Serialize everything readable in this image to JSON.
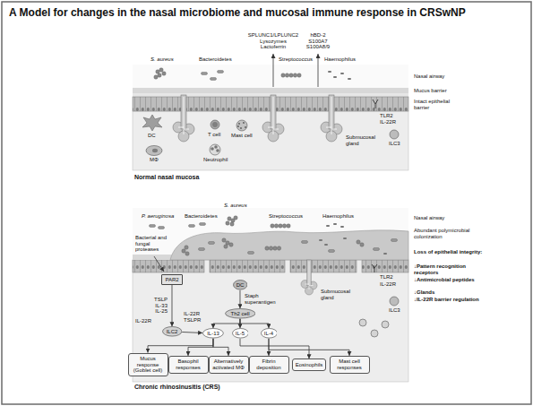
{
  "diagram": {
    "title": "A Model for changes in the nasal microbiome and mucosal immune response in CRSwNP",
    "nodes": [
      {
        "text": [
          "Normal nasal mucosa"
        ]
      },
      {
        "text": [
          "Chronic rhinosinusitis (CRS)"
        ]
      },
      {
        "text": [
          "PAR2"
        ],
        "in": 1
      },
      {
        "text": [
          "ILC2"
        ],
        "in": 1
      },
      {
        "text": [
          "DC"
        ],
        "in": 1
      },
      {
        "text": [
          "Th2 cell"
        ],
        "in": 1
      },
      {
        "text": [
          "IL-13"
        ],
        "in": 1
      },
      {
        "text": [
          "IL-5"
        ],
        "in": 1
      },
      {
        "text": [
          "IL-4"
        ],
        "in": 1
      },
      {
        "text": [
          "Mucus response (Goblet cell)"
        ],
        "in": 1
      },
      {
        "text": [
          "Basophil responses"
        ],
        "in": 1
      },
      {
        "text": [
          "Alternatively activated MΦ"
        ],
        "in": 1
      },
      {
        "text": [
          "Fibrin deposition"
        ],
        "in": 1
      },
      {
        "text": [
          "Eosinophils"
        ],
        "in": 1
      },
      {
        "text": [
          "Mast cell responses"
        ],
        "in": 1
      }
    ],
    "edges": [
      {
        "from": 2,
        "to": 3,
        "arrow": "to",
        "label": "TSLP IL-33 IL-25"
      },
      {
        "from": 4,
        "to": 5,
        "arrow": "to",
        "label": "Staph superantigen"
      },
      {
        "from": 3,
        "to": 6,
        "arrow": "to"
      },
      {
        "from": 5,
        "to": 6,
        "arrow": "to"
      },
      {
        "from": 5,
        "to": 7,
        "arrow": "to"
      },
      {
        "from": 5,
        "to": 8,
        "arrow": "to"
      },
      {
        "from": 6,
        "to": 9,
        "arrow": "to"
      },
      {
        "from": 6,
        "to": 10,
        "arrow": "to"
      },
      {
        "from": 6,
        "to": 11,
        "arrow": "to"
      },
      {
        "from": 8,
        "to": 12,
        "arrow": "to"
      },
      {
        "from": 7,
        "to": 13,
        "arrow": "to"
      },
      {
        "from": 8,
        "to": 14,
        "arrow": "to"
      }
    ],
    "labels": [
      "SPLUNC1/LPLUNC2 Lysozymes Lactoferrin",
      "hBD-2 S100A7 S100A8/9",
      "S. aureus",
      "Bacteroidetes",
      "Streptococcus",
      "Haemophilus",
      "Nasal airway",
      "Mucus barrier",
      "Intact epithelial barrier",
      "TLR2",
      "IL-22R",
      "ILC3",
      "DC",
      "T cell",
      "Mast cell",
      "Neutrophil",
      "MΦ",
      "Submucosal gland",
      "P. aeruginosa",
      "S. aureus",
      "Bacteroidetes",
      "Streptococcus",
      "Haemophilus",
      "Bacterial and fungal proteases",
      "IL-22R",
      "IL-22R",
      "TSLPR",
      "Submucosal gland",
      "TLR2",
      "IL-22R",
      "ILC3",
      "Nasal airway",
      "Abundant polymicrobial colonization",
      "Loss of epithelial integrity:",
      "↓Pattern recognition receptors",
      "↓Antimicrobial peptides",
      "↓Glands",
      "↓IL-22R barrier regulation"
    ]
  }
}
